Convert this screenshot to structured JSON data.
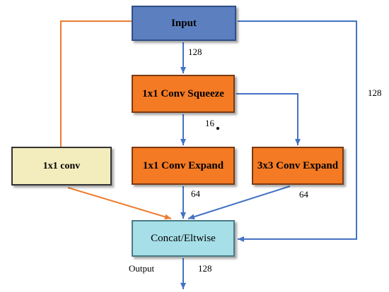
{
  "nodes": {
    "input": "Input",
    "squeeze": "1x1 Conv Squeeze",
    "conv_1x1": "1x1 conv",
    "expand_1x1": "1x1 Conv Expand",
    "expand_3x3": "3x3 Conv Expand",
    "concat": "Concat/Eltwise"
  },
  "edge_labels": {
    "input_to_squeeze": "128",
    "squeeze_to_expand": "16",
    "expand1_to_concat": "64",
    "expand3_to_concat": "64",
    "input_skip": "128",
    "output": "128"
  },
  "output_label": "Output",
  "colors": {
    "blue_arrow": "#4472c4",
    "orange_arrow": "#ed7d31",
    "input_fill": "#5b7fbf",
    "conv_fill": "#f47a24",
    "conv1x1_fill": "#f3ecbd",
    "concat_fill": "#a6dfe8"
  }
}
